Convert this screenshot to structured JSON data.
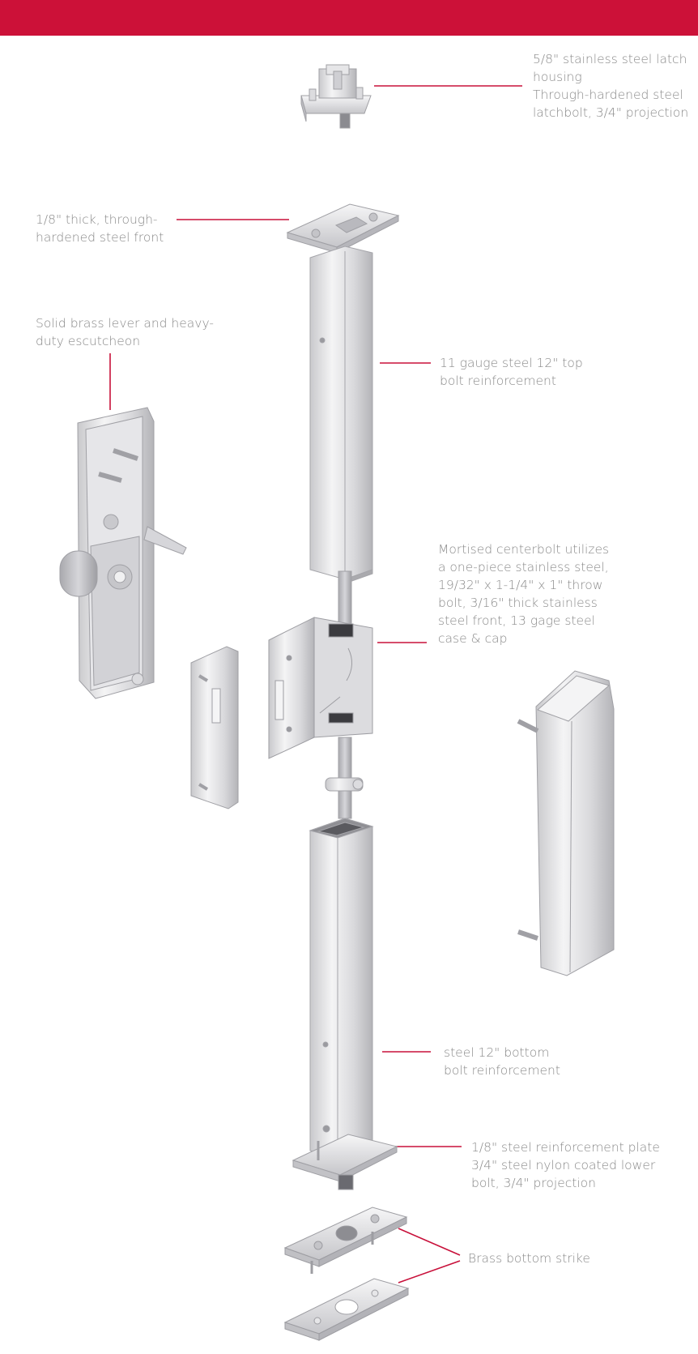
{
  "header": {
    "accent_color": "#cc1138"
  },
  "callouts": {
    "latch_housing": [
      "5/8\" stainless steel latch",
      "housing",
      "Through-hardened steel",
      "latchbolt, 3/4\" projection"
    ],
    "steel_front": [
      "1/8\" thick, through-",
      "hardened steel front"
    ],
    "lever": [
      "Solid brass lever and heavy-",
      "duty escutcheon"
    ],
    "top_reinforcement": [
      "11 gauge steel 12\" top",
      "bolt reinforcement"
    ],
    "centerbolt": [
      "Mortised centerbolt utilizes",
      "a one-piece stainless steel,",
      "19/32\" x 1-1/4\" x 1\" throw",
      "bolt, 3/16\" thick stainless",
      "steel front, 13 gage steel",
      "case & cap"
    ],
    "bottom_reinforcement": [
      "steel 12\" bottom",
      "bolt reinforcement"
    ],
    "reinforcement_plate": [
      "1/8\" steel reinforcement plate",
      "3/4\" steel nylon coated lower",
      "bolt, 3/4\" projection"
    ],
    "bottom_strike": [
      "Brass bottom strike"
    ]
  }
}
